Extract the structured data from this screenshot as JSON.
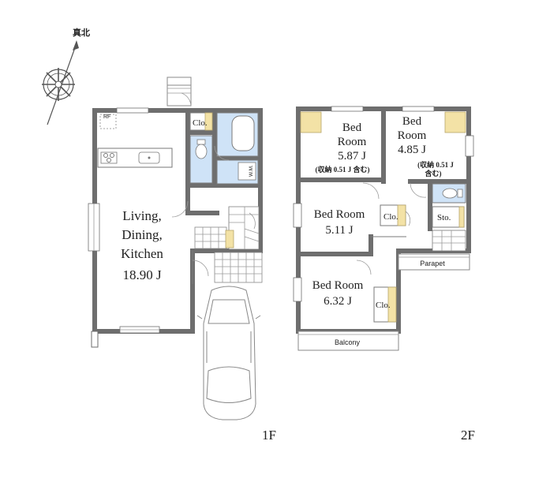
{
  "compass": {
    "label": "真北"
  },
  "floor1": {
    "label": "1F",
    "rooms": {
      "ldk_name_1": "Living,",
      "ldk_name_2": "Dining,",
      "ldk_name_3": "Kitchen",
      "ldk_size": "18.90 J",
      "closet": "Clo.",
      "wm": "W.M.",
      "refrigerator": "RF"
    }
  },
  "floor2": {
    "label": "2F",
    "rooms": {
      "bed1_name_1": "Bed",
      "bed1_name_2": "Room",
      "bed1_size": "5.87 J",
      "bed1_note": "(収納 0.51 J 含む)",
      "bed2_name_1": "Bed",
      "bed2_name_2": "Room",
      "bed2_size": "4.85 J",
      "bed2_note_1": "(収納 0.51 J",
      "bed2_note_2": "含む)",
      "bed3_name": "Bed Room",
      "bed3_size": "5.11 J",
      "bed4_name": "Bed Room",
      "bed4_size": "6.32 J",
      "closet_a": "Clo.",
      "closet_b": "Clo.",
      "storage": "Sto.",
      "parapet": "Parapet",
      "balcony": "Balcony"
    }
  },
  "colors": {
    "wall": "#6e6e6e",
    "wet_area": "#cfe3f7",
    "storage_fill": "#f3e2a6"
  }
}
